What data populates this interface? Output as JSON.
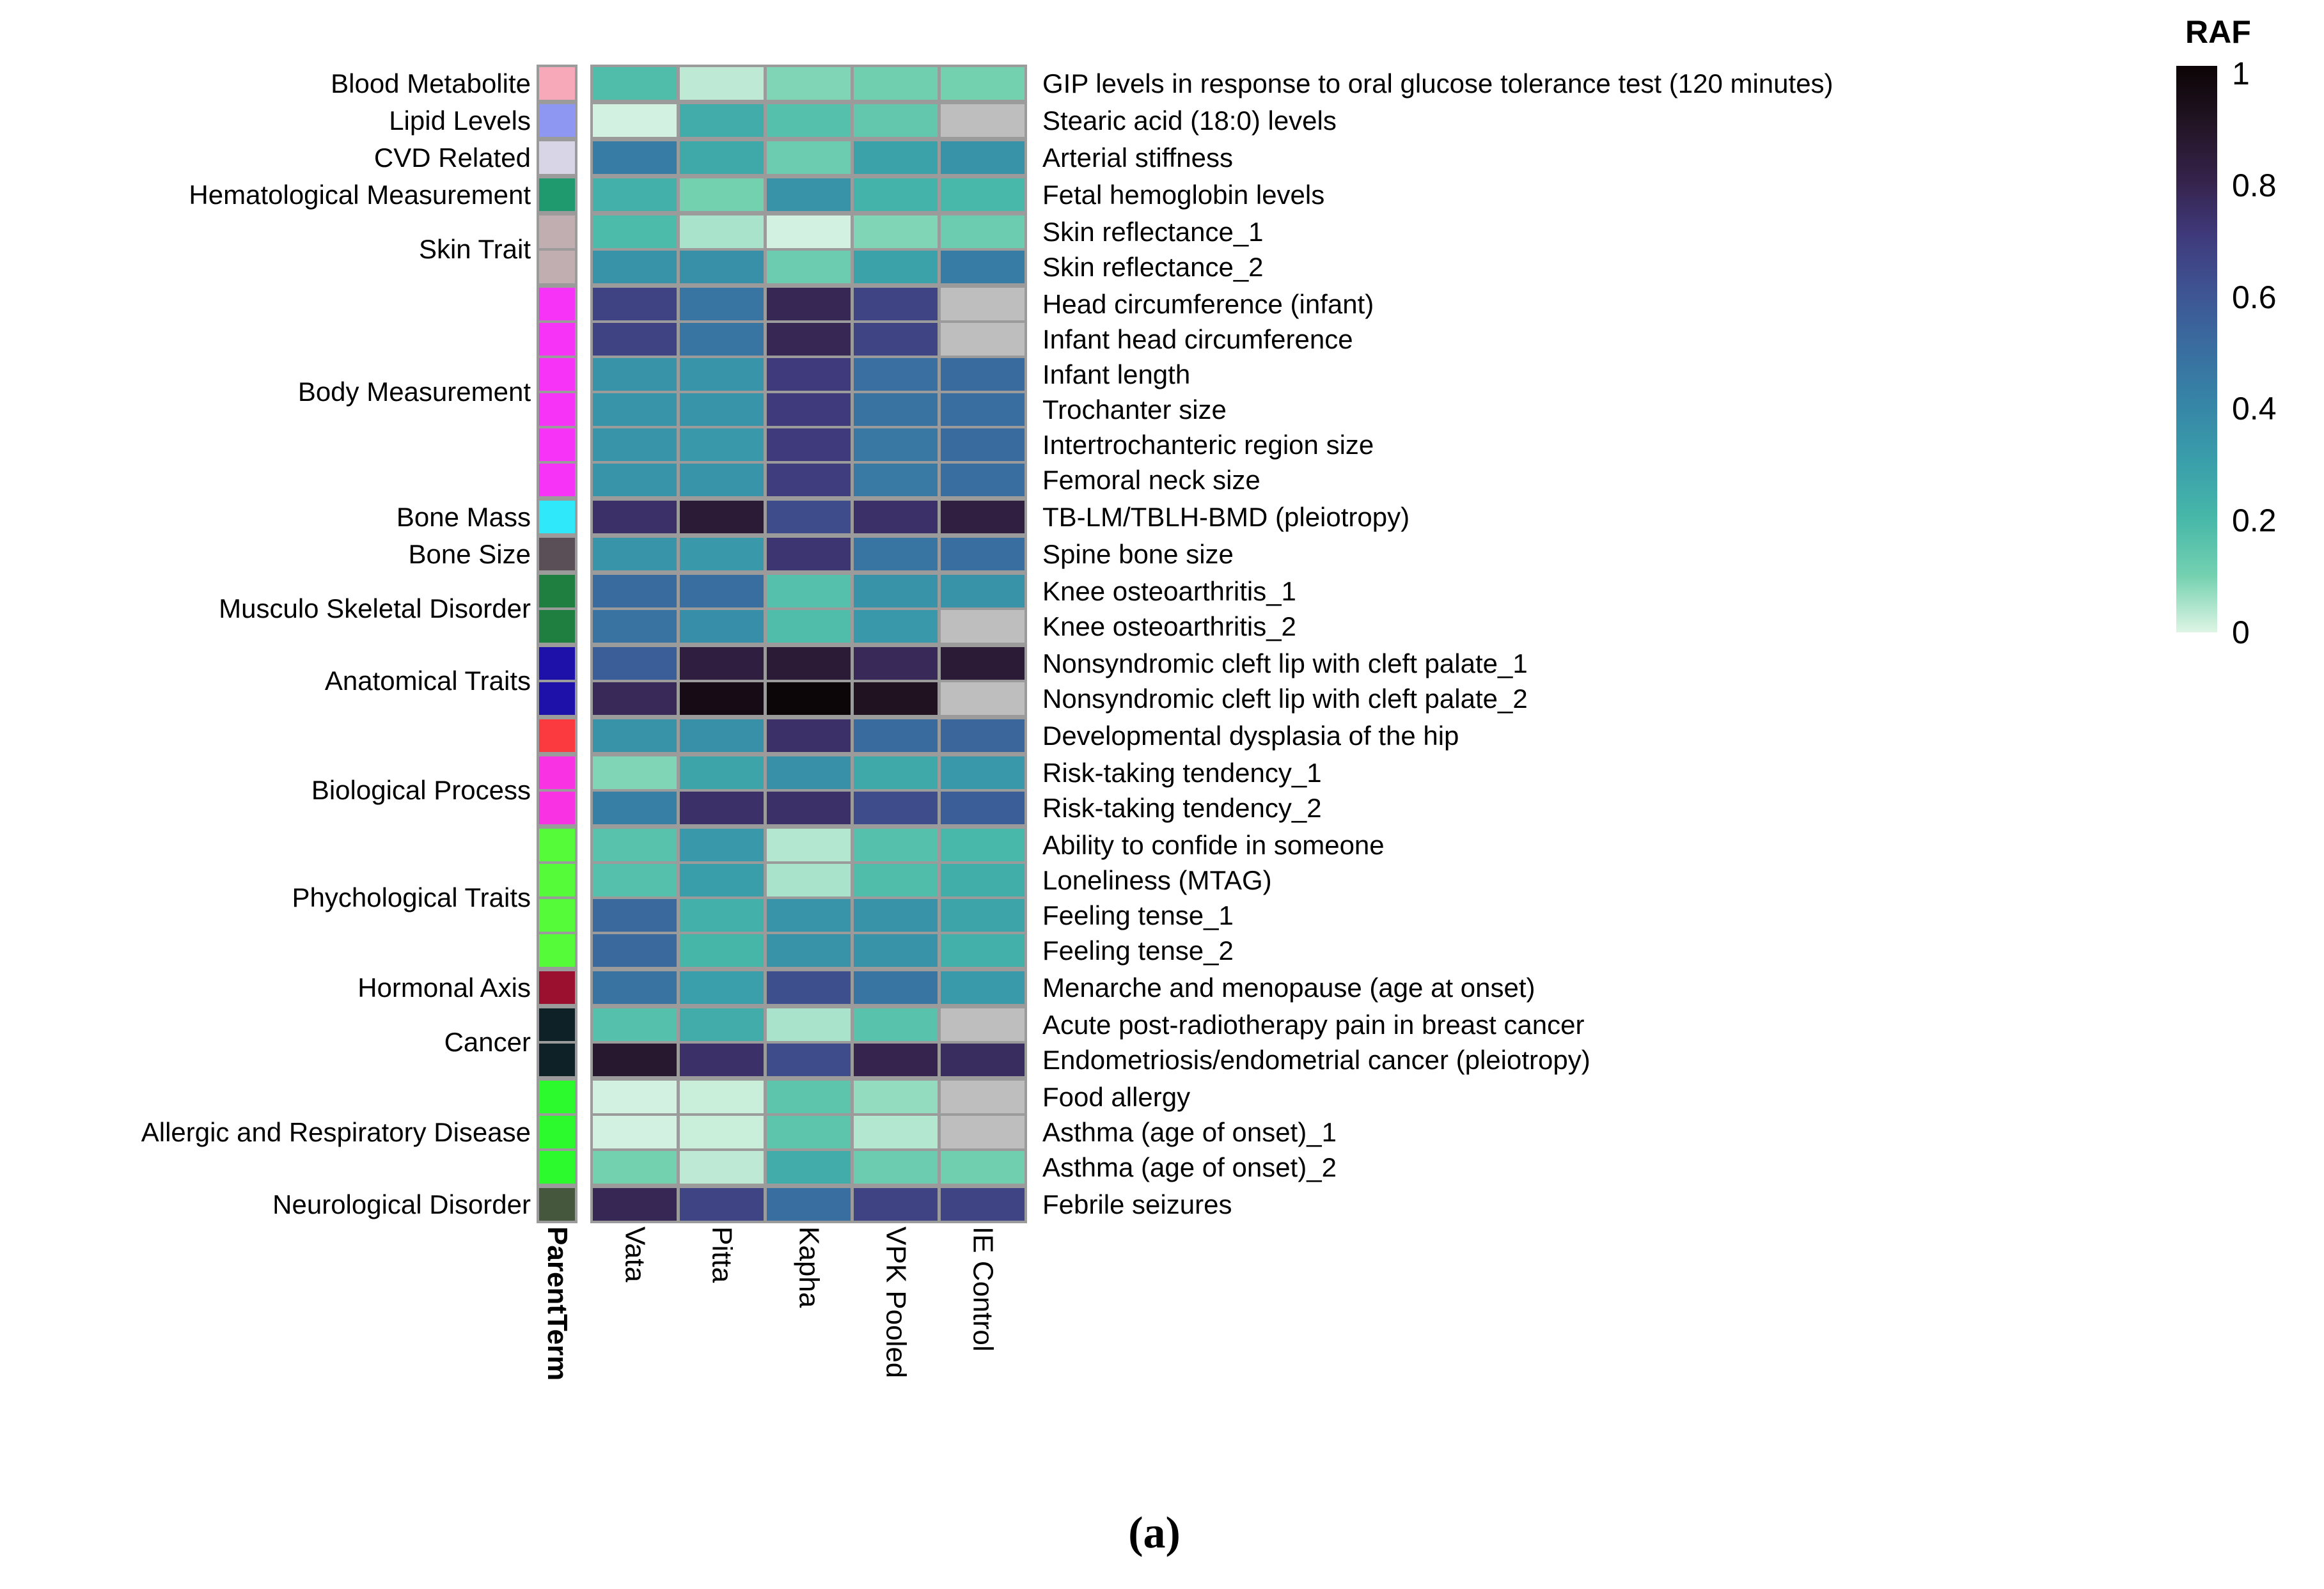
{
  "figure": {
    "caption": "(a)"
  },
  "legend": {
    "title": "RAF",
    "ticks": [
      "1",
      "0.8",
      "0.6",
      "0.4",
      "0.2",
      "0"
    ]
  },
  "chart_data": {
    "type": "heatmap",
    "value_label": "RAF",
    "value_range": [
      0,
      1
    ],
    "legend_position": "top-right",
    "na_color": "#BEBEBE",
    "grid_line_color": "#9B9B9B",
    "colormap_stops": [
      [
        0.0,
        "#DEF5E5"
      ],
      [
        0.1,
        "#74D1B0"
      ],
      [
        0.2,
        "#47B8A9"
      ],
      [
        0.3,
        "#3A9FAA"
      ],
      [
        0.4,
        "#3686A7"
      ],
      [
        0.5,
        "#396EA0"
      ],
      [
        0.6,
        "#3E5493"
      ],
      [
        0.7,
        "#3F3A7C"
      ],
      [
        0.8,
        "#35224A"
      ],
      [
        0.9,
        "#221424"
      ],
      [
        1.0,
        "#0B0405"
      ]
    ],
    "parent_column_header": "ParentTerm",
    "columns": [
      "Vata",
      "Pitta",
      "Kapha",
      "VPK Pooled",
      "IE Control"
    ],
    "groups": [
      {
        "label": "Blood Metabolite",
        "color": "#F8A9B9",
        "traits": [
          {
            "name": "GIP levels in response to oral glucose tolerance test (120 minutes)",
            "values": [
              0.18,
              0.03,
              0.09,
              0.11,
              0.1
            ]
          }
        ]
      },
      {
        "label": "Lipid Levels",
        "color": "#8E97F2",
        "traits": [
          {
            "name": "Stearic acid (18:0) levels",
            "values": [
              0.01,
              0.25,
              0.17,
              0.14,
              null
            ]
          }
        ]
      },
      {
        "label": "CVD Related",
        "color": "#D8D6E6",
        "traits": [
          {
            "name": "Arterial stiffness",
            "values": [
              0.44,
              0.26,
              0.12,
              0.29,
              0.35
            ]
          }
        ]
      },
      {
        "label": "Hematological Measurement",
        "color": "#1E9A6E",
        "traits": [
          {
            "name": "Fetal hemoglobin levels",
            "values": [
              0.23,
              0.1,
              0.35,
              0.22,
              0.2
            ]
          }
        ]
      },
      {
        "label": "Skin Trait",
        "color": "#C0AEB1",
        "traits": [
          {
            "name": "Skin reflectance_1",
            "values": [
              0.19,
              0.05,
              0.01,
              0.09,
              0.12
            ]
          },
          {
            "name": "Skin reflectance_2",
            "values": [
              0.35,
              0.36,
              0.12,
              0.29,
              0.44
            ]
          }
        ]
      },
      {
        "label": "Body Measurement",
        "color": "#F633F6",
        "traits": [
          {
            "name": "Head circumference (infant)",
            "values": [
              0.67,
              0.47,
              0.78,
              0.66,
              null
            ]
          },
          {
            "name": "Infant head circumference",
            "values": [
              0.67,
              0.47,
              0.78,
              0.66,
              null
            ]
          },
          {
            "name": "Infant length",
            "values": [
              0.35,
              0.34,
              0.7,
              0.49,
              0.51
            ]
          },
          {
            "name": "Trochanter size",
            "values": [
              0.34,
              0.34,
              0.7,
              0.48,
              0.5
            ]
          },
          {
            "name": "Intertrochanteric region size",
            "values": [
              0.34,
              0.33,
              0.7,
              0.46,
              0.51
            ]
          },
          {
            "name": "Femoral neck size",
            "values": [
              0.34,
              0.34,
              0.69,
              0.45,
              0.5
            ]
          }
        ]
      },
      {
        "label": "Bone Mass",
        "color": "#2FE9FA",
        "traits": [
          {
            "name": "TB-LM/TBLH-BMD (pleiotropy)",
            "values": [
              0.74,
              0.85,
              0.63,
              0.74,
              0.82
            ]
          }
        ]
      },
      {
        "label": "Bone Size",
        "color": "#5A4F56",
        "traits": [
          {
            "name": "Spine bone size",
            "values": [
              0.34,
              0.33,
              0.72,
              0.47,
              0.5
            ]
          }
        ]
      },
      {
        "label": "Musculo Skeletal Disorder",
        "color": "#1E7F40",
        "traits": [
          {
            "name": "Knee osteoarthritis_1",
            "values": [
              0.51,
              0.5,
              0.17,
              0.35,
              0.35
            ]
          },
          {
            "name": "Knee osteoarthritis_2",
            "values": [
              0.48,
              0.37,
              0.18,
              0.33,
              null
            ]
          }
        ]
      },
      {
        "label": "Anatomical Traits",
        "color": "#1E11A9",
        "traits": [
          {
            "name": "Nonsyndromic cleft lip with cleft palate_1",
            "values": [
              0.56,
              0.83,
              0.85,
              0.77,
              0.85
            ]
          },
          {
            "name": "Nonsyndromic cleft lip with cleft palate_2",
            "values": [
              0.77,
              0.95,
              0.99,
              0.91,
              null
            ]
          }
        ]
      },
      {
        "label": "",
        "color": "#FB3A40",
        "traits": [
          {
            "name": "Developmental dysplasia of the hip",
            "values": [
              0.35,
              0.36,
              0.74,
              0.51,
              0.53
            ]
          }
        ]
      },
      {
        "label": "Biological Process",
        "color": "#F933E3",
        "traits": [
          {
            "name": "Risk-taking tendency_1",
            "values": [
              0.09,
              0.28,
              0.36,
              0.26,
              0.33
            ]
          },
          {
            "name": "Risk-taking tendency_2",
            "values": [
              0.43,
              0.74,
              0.74,
              0.63,
              0.56
            ]
          }
        ]
      },
      {
        "label": "Phychological Traits",
        "color": "#55FA38",
        "traits": [
          {
            "name": "Ability to confide in someone",
            "values": [
              0.16,
              0.33,
              0.04,
              0.17,
              0.2
            ]
          },
          {
            "name": "Loneliness (MTAG)",
            "values": [
              0.17,
              0.31,
              0.05,
              0.18,
              0.24
            ]
          },
          {
            "name": "Feeling tense_1",
            "values": [
              0.52,
              0.23,
              0.34,
              0.35,
              0.28
            ]
          },
          {
            "name": "Feeling tense_2",
            "values": [
              0.52,
              0.21,
              0.35,
              0.35,
              0.23
            ]
          }
        ]
      },
      {
        "label": "Hormonal Axis",
        "color": "#9C102F",
        "traits": [
          {
            "name": "Menarche and menopause (age at onset)",
            "values": [
              0.48,
              0.3,
              0.62,
              0.47,
              0.32
            ]
          }
        ]
      },
      {
        "label": "Cancer",
        "color": "#0D2127",
        "traits": [
          {
            "name": "Acute post-radiotherapy pain in breast cancer",
            "values": [
              0.17,
              0.25,
              0.05,
              0.16,
              null
            ]
          },
          {
            "name": "Endometriosis/endometrial cancer (pleiotropy)",
            "values": [
              0.87,
              0.74,
              0.63,
              0.79,
              0.76
            ]
          }
        ]
      },
      {
        "label": "Allergic and Respiratory Disease",
        "color": "#2CFA2C",
        "traits": [
          {
            "name": "Food allergy",
            "values": [
              0.01,
              0.02,
              0.15,
              0.07,
              null
            ]
          },
          {
            "name": "Asthma (age of onset)_1",
            "values": [
              0.01,
              0.02,
              0.15,
              0.04,
              null
            ]
          },
          {
            "name": "Asthma (age of onset)_2",
            "values": [
              0.1,
              0.03,
              0.25,
              0.12,
              0.11
            ]
          }
        ]
      },
      {
        "label": "Neurological Disorder",
        "color": "#45583D",
        "traits": [
          {
            "name": "Febrile seizures",
            "values": [
              0.78,
              0.66,
              0.5,
              0.67,
              0.66
            ]
          }
        ]
      }
    ]
  }
}
